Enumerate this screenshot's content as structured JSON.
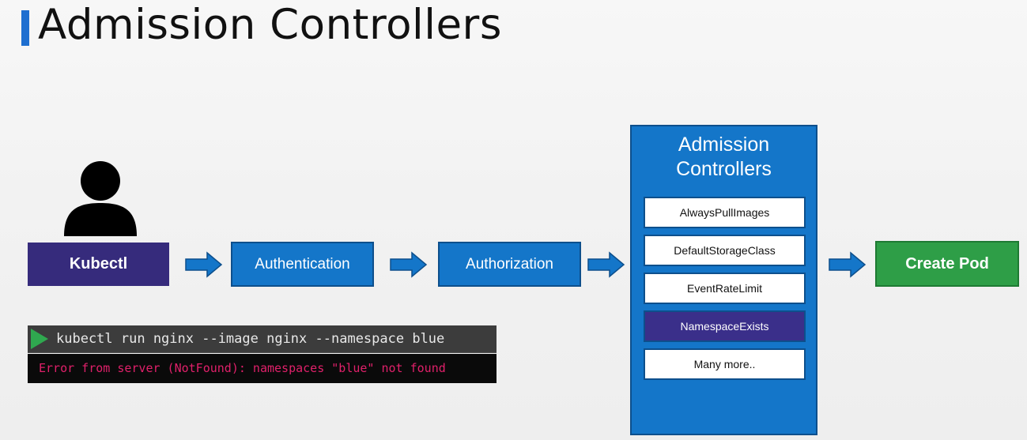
{
  "title": "Admission Controllers",
  "colors": {
    "accent": "#1e6fd0",
    "kubectl": "#362b7c",
    "stage_blue": "#1476c9",
    "create_green": "#2e9e47",
    "highlight_purple": "#3a2f8a",
    "error_text": "#e0206a"
  },
  "user": {
    "icon": "user-icon"
  },
  "flow": {
    "kubectl_label": "Kubectl",
    "authentication_label": "Authentication",
    "authorization_label": "Authorization",
    "create_pod_label": "Create Pod"
  },
  "admission_panel": {
    "title_line1": "Admission",
    "title_line2": "Controllers",
    "items": [
      {
        "label": "AlwaysPullImages",
        "highlighted": false
      },
      {
        "label": "DefaultStorageClass",
        "highlighted": false
      },
      {
        "label": "EventRateLimit",
        "highlighted": false
      },
      {
        "label": "NamespaceExists",
        "highlighted": true
      },
      {
        "label": "Many more..",
        "highlighted": false
      }
    ]
  },
  "terminal": {
    "command": "kubectl run nginx --image nginx --namespace blue",
    "error": "Error from server (NotFound): namespaces \"blue\" not found"
  }
}
